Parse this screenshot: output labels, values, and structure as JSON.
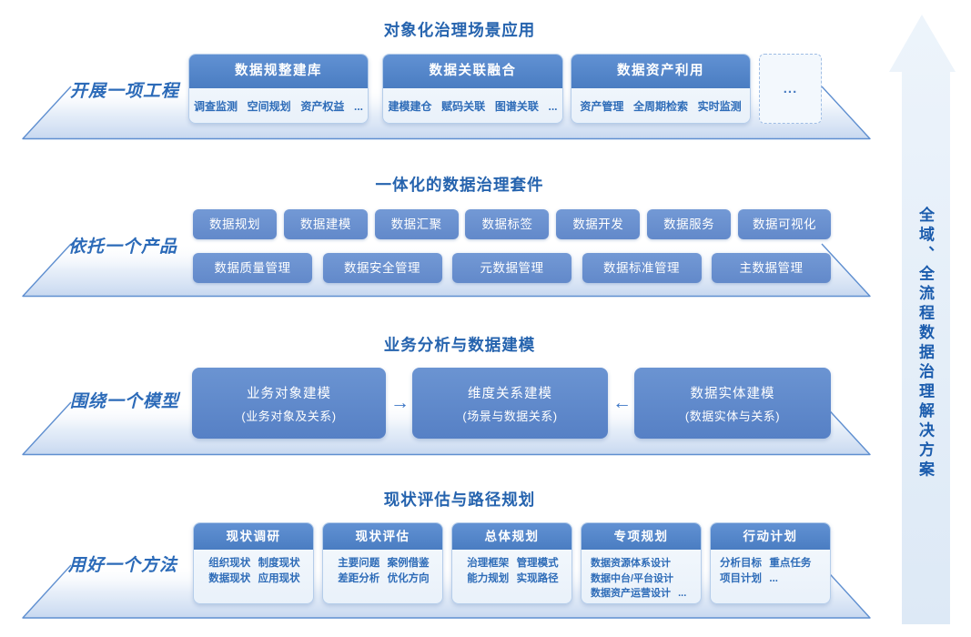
{
  "side_arrow": {
    "label": "全域、全流程数据治理解决方案"
  },
  "layers": [
    {
      "label": "开展一项工程",
      "title": "对象化治理场景应用",
      "cards": [
        {
          "title": "数据规整建库",
          "items": "调查监测  空间规划  资产权益  ..."
        },
        {
          "title": "数据关联融合",
          "items": "建模建仓  赋码关联  图谱关联  ..."
        },
        {
          "title": "数据资产利用",
          "items": "资产管理  全周期检索  实时监测"
        }
      ],
      "more": "..."
    },
    {
      "label": "依托一个产品",
      "title": "一体化的数据治理套件",
      "row1": [
        "数据规划",
        "数据建模",
        "数据汇聚",
        "数据标签",
        "数据开发",
        "数据服务",
        "数据可视化"
      ],
      "row2": [
        "数据质量管理",
        "数据安全管理",
        "元数据管理",
        "数据标准管理",
        "主数据管理"
      ]
    },
    {
      "label": "围绕一个模型",
      "title": "业务分析与数据建模",
      "models": [
        {
          "title": "业务对象建模",
          "subtitle": "(业务对象及关系)"
        },
        {
          "title": "维度关系建模",
          "subtitle": "(场景与数据关系)"
        },
        {
          "title": "数据实体建模",
          "subtitle": "(数据实体与关系)"
        }
      ],
      "arrows": {
        "right": "→",
        "left": "←"
      }
    },
    {
      "label": "用好一个方法",
      "title": "现状评估与路径规划",
      "cards": [
        {
          "title": "现状调研",
          "lines": [
            "组织现状  制度现状",
            "数据现状  应用现状"
          ]
        },
        {
          "title": "现状评估",
          "lines": [
            "主要问题  案例借鉴",
            "差距分析  优化方向"
          ]
        },
        {
          "title": "总体规划",
          "lines": [
            "治理框架  管理模式",
            "能力规划  实现路径"
          ]
        },
        {
          "title": "专项规划",
          "lines": [
            "数据资源体系设计",
            "数据中台/平台设计",
            "数据资产运营设计  ..."
          ]
        },
        {
          "title": "行动计划",
          "lines": [
            "分析目标  重点任务",
            "项目计划  ..."
          ]
        }
      ]
    }
  ],
  "colors": {
    "title_blue": "#2563ae",
    "label_blue": "#2b6ab8",
    "card_header_blue": "#5287c8",
    "chip_blue": "#6b93d1",
    "platform_edge_blue": "#5f8fd0",
    "platform_fill_blue": "#c7d8f0",
    "arrow_bg_blue": "#e4edf8",
    "arrow_text_blue": "#1b5cad"
  }
}
